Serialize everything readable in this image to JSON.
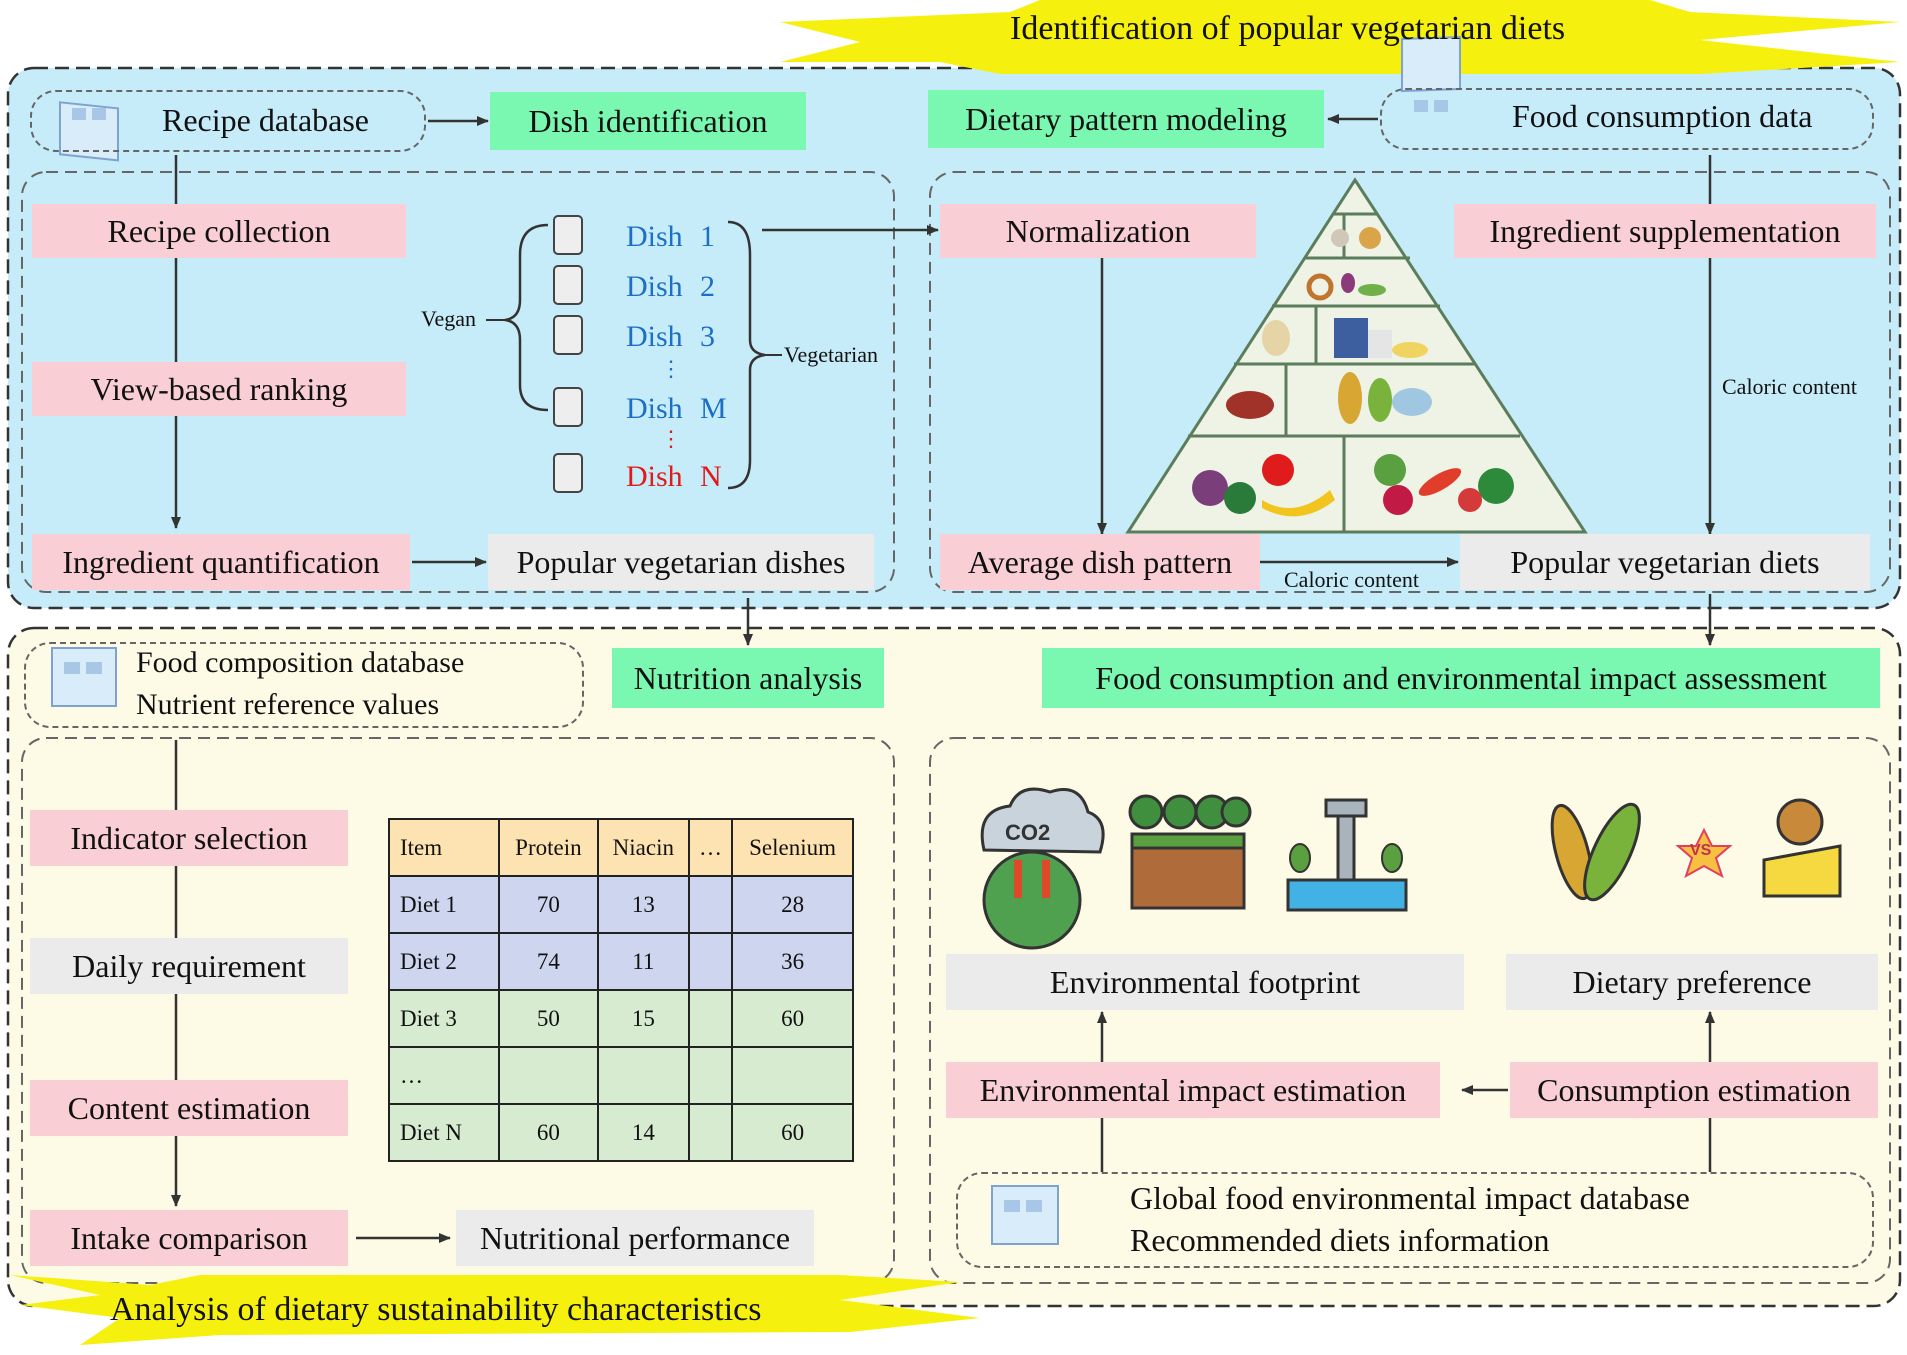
{
  "banners": {
    "top": "Identification of popular vegetarian diets",
    "bottom": "Analysis of dietary sustainability characteristics"
  },
  "top_section": {
    "recipe_database": "Recipe database",
    "dish_identification": "Dish identification",
    "dietary_pattern_modeling": "Dietary pattern modeling",
    "food_consumption_data": "Food consumption data",
    "left_steps": [
      "Recipe collection",
      "View-based ranking",
      "Ingredient quantification"
    ],
    "popular_dishes": "Popular vegetarian dishes",
    "vegan_label": "Vegan",
    "vegetarian_label": "Vegetarian",
    "dishes": [
      {
        "word": "Dish",
        "id": "1"
      },
      {
        "word": "Dish",
        "id": "2"
      },
      {
        "word": "Dish",
        "id": "3"
      },
      {
        "word": "Dish",
        "id": "M"
      },
      {
        "word": "Dish",
        "id": "N"
      }
    ],
    "ellipsis": "⋮",
    "normalization": "Normalization",
    "ingredient_supplementation": "Ingredient supplementation",
    "caloric_content_right": "Caloric content",
    "average_dish_pattern": "Average dish pattern",
    "caloric_content_bottom": "Caloric content",
    "popular_diets": "Popular vegetarian diets"
  },
  "bottom_section": {
    "db_line1": "Food composition database",
    "db_line2": "Nutrient reference values",
    "nutrition_analysis": "Nutrition analysis",
    "food_env_assessment": "Food consumption and environmental impact assessment",
    "left_steps": [
      "Indicator selection",
      "Daily requirement",
      "Content estimation",
      "Intake comparison"
    ],
    "nutritional_performance": "Nutritional performance",
    "table": {
      "headers": [
        "Item",
        "Protein",
        "Niacin",
        "…",
        "Selenium"
      ],
      "rows": [
        [
          "Diet  1",
          "70",
          "13",
          "",
          "28"
        ],
        [
          "Diet  2",
          "74",
          "11",
          "",
          "36"
        ],
        [
          "Diet  3",
          "50",
          "15",
          "",
          "60"
        ],
        [
          "…",
          "",
          "",
          "",
          ""
        ],
        [
          "Diet  N",
          "60",
          "14",
          "",
          "60"
        ]
      ]
    },
    "co2_label": "CO2",
    "vs_label": "VS",
    "environmental_footprint": "Environmental footprint",
    "dietary_preference": "Dietary preference",
    "environmental_impact_estimation": "Environmental impact estimation",
    "consumption_estimation": "Consumption estimation",
    "global_db_line1": "Global food environmental impact database",
    "global_db_line2": "Recommended diets information"
  },
  "colors": {
    "top_bg": "#c7ecf9",
    "bottom_bg": "#fdfbe6",
    "pink": "#f9cfd5",
    "green": "#7af7b0",
    "grey": "#ebebeb",
    "banner": "#f6f00e",
    "dish_blue": "#1c6fc4",
    "dish_red": "#e01b1b"
  }
}
